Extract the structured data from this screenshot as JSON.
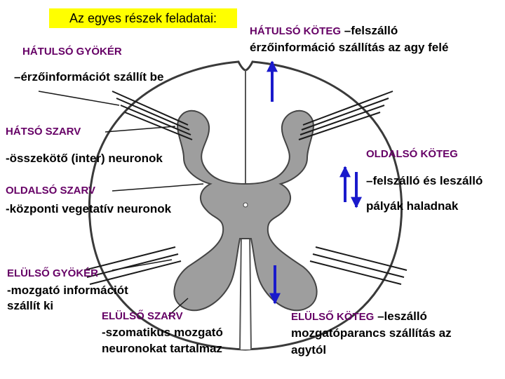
{
  "title": "Az egyes részek feladatai:",
  "labels": {
    "dorsal_root": {
      "name": "HÁTULSÓ GYÖKÉR",
      "desc": "–érzőinformációt szállít be"
    },
    "dorsal_horn": {
      "name": "HÁTSÓ SZARV",
      "desc": "-összekötő (inter) neuronok"
    },
    "lateral_horn": {
      "name": "OLDALSÓ SZARV",
      "desc": "-központi vegetatív neuronok"
    },
    "ventral_root": {
      "name": "ELÜLSŐ GYÖKÉR",
      "desc1": "-mozgató információt",
      "desc2": "szállít ki"
    },
    "ventral_horn": {
      "name": "ELÜLSŐ SZARV",
      "desc1": "-szomatikus mozgató",
      "desc2": "neuronokat tartalmaz"
    },
    "dorsal_column": {
      "name": "HÁTULSÓ KÖTEG",
      "desc1": "–felszálló",
      "desc2": "érzőinformáció szállítás az agy felé"
    },
    "lateral_column": {
      "name": "OLDALSÓ KÖTEG",
      "desc1": "–felszálló és leszálló",
      "desc2": "pályák haladnak"
    },
    "ventral_column": {
      "name": "ELÜLSŐ KÖTEG",
      "desc1": " –leszálló",
      "desc2": "mozgatóparancs szállítás az",
      "desc3": "agytól"
    }
  },
  "colors": {
    "highlight": "#ffff00",
    "label_name": "#660066",
    "gray_matter": "#9e9e9e",
    "arrow": "#1a1acc"
  }
}
